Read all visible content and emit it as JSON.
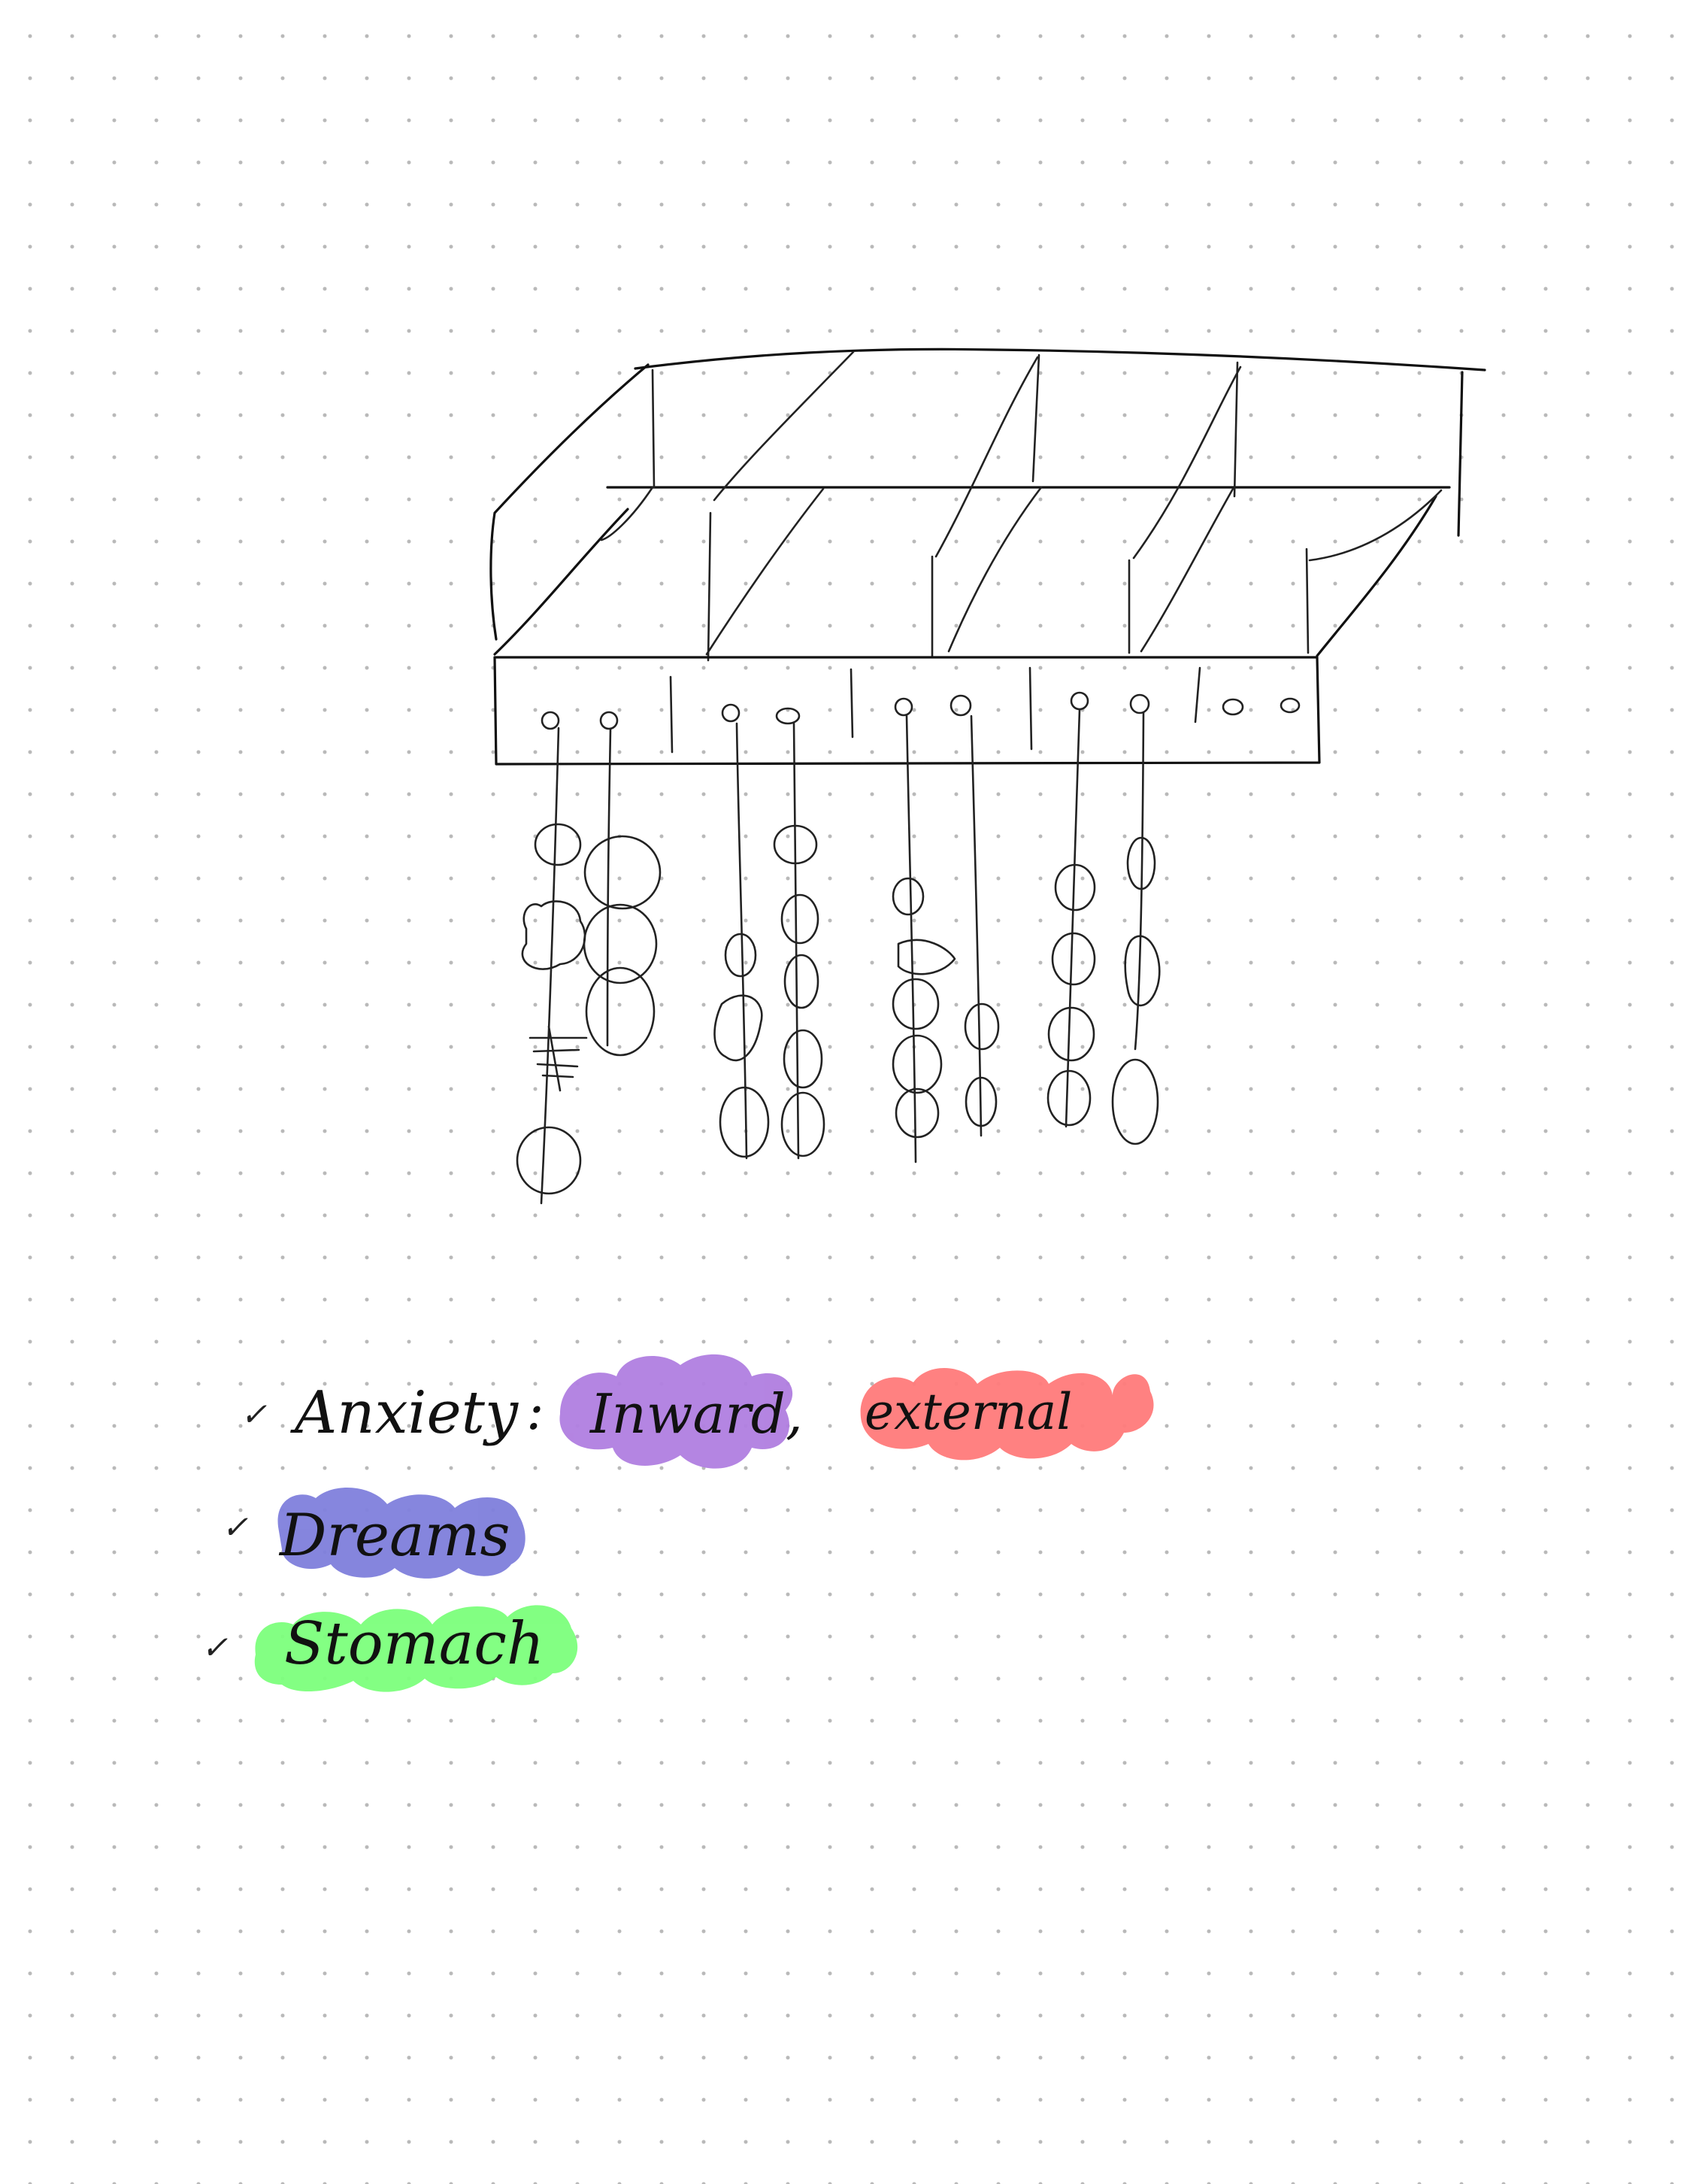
{
  "notes": {
    "line1": {
      "label": "Anxiety",
      "colon": ":",
      "word1": "Inward",
      "comma": ",",
      "word2": "external"
    },
    "line2": {
      "word": "Dreams"
    },
    "line3": {
      "word": "Stomach"
    }
  },
  "colors": {
    "ink": "#111111",
    "highlight_purple": "#b07ee0",
    "highlight_red": "#ff7a7a",
    "highlight_blue": "#7f7fdc",
    "highlight_green": "#7cff7c",
    "dot_grid": "#b9b9b9"
  },
  "icons": {
    "bullet": "check-tick-icon"
  }
}
